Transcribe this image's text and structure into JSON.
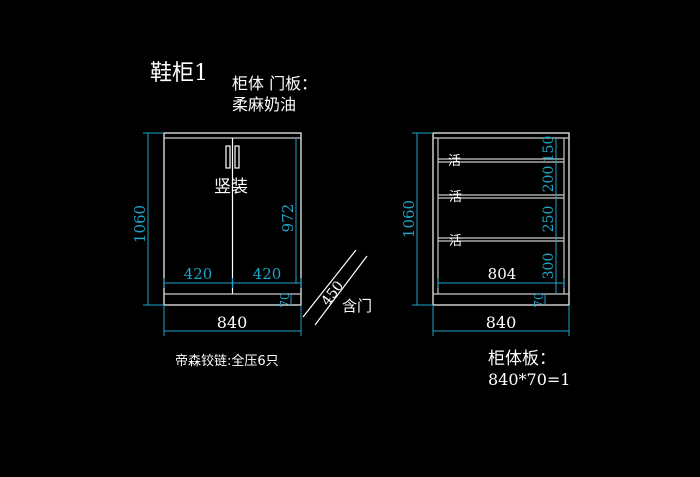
{
  "title": "鞋柜1",
  "material": {
    "line1": "柜体 门板：",
    "line2": "柔麻奶油"
  },
  "front_view": {
    "door_note": "竖装",
    "height": "1060",
    "inner_height": "972",
    "door_width_left": "420",
    "door_width_right": "420",
    "base_height": "70",
    "total_width": "840",
    "door_swing": "450",
    "door_swing_label": "含门"
  },
  "side_view": {
    "height": "1060",
    "shelf_labels": [
      "活",
      "活",
      "活"
    ],
    "gaps": [
      "150",
      "200",
      "250",
      "300"
    ],
    "inner_width": "804",
    "base_height": "70",
    "total_width": "840"
  },
  "hinge_note": "帝森铰链:全压6只",
  "panel_note": {
    "line1": "柜体板：",
    "line2": "840*70=1"
  },
  "colors": {
    "background": "#000000",
    "line": "#ffffff",
    "dimension": "#1ea3c8"
  }
}
